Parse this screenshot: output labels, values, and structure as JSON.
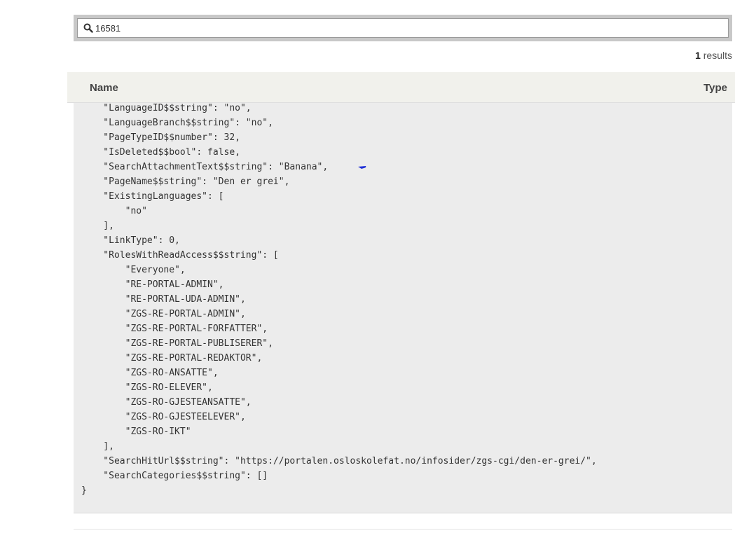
{
  "search": {
    "value": "16581",
    "icon": "search-icon"
  },
  "results": {
    "count": "1",
    "label": "results"
  },
  "table": {
    "columns": {
      "name": "Name",
      "type": "Type"
    }
  },
  "document": {
    "lines": [
      "    \"LanguageID$$string\": \"no\",",
      "    \"LanguageBranch$$string\": \"no\",",
      "    \"PageTypeID$$number\": 32,",
      "    \"IsDeleted$$bool\": false,",
      "    \"SearchAttachmentText$$string\": \"Banana\",",
      "    \"PageName$$string\": \"Den er grei\",",
      "    \"ExistingLanguages\": [",
      "        \"no\"",
      "    ],",
      "    \"LinkType\": 0,",
      "    \"RolesWithReadAccess$$string\": [",
      "        \"Everyone\",",
      "        \"RE-PORTAL-ADMIN\",",
      "        \"RE-PORTAL-UDA-ADMIN\",",
      "        \"ZGS-RE-PORTAL-ADMIN\",",
      "        \"ZGS-RE-PORTAL-FORFATTER\",",
      "        \"ZGS-RE-PORTAL-PUBLISERER\",",
      "        \"ZGS-RE-PORTAL-REDAKTOR\",",
      "        \"ZGS-RO-ANSATTE\",",
      "        \"ZGS-RO-ELEVER\",",
      "        \"ZGS-RO-GJESTEANSATTE\",",
      "        \"ZGS-RO-GJESTEELEVER\",",
      "        \"ZGS-RO-IKT\"",
      "    ],",
      "    \"SearchHitUrl$$string\": \"https://portalen.osloskolefat.no/infosider/zgs-cgi/den-er-grei/\",",
      "    \"SearchCategories$$string\": []",
      "}"
    ]
  },
  "colors": {
    "header_bg": "#f1f1ec",
    "code_bg": "#ececec",
    "search_frame": "#c8c8c8",
    "cursor_mark": "#1f2fd6"
  }
}
